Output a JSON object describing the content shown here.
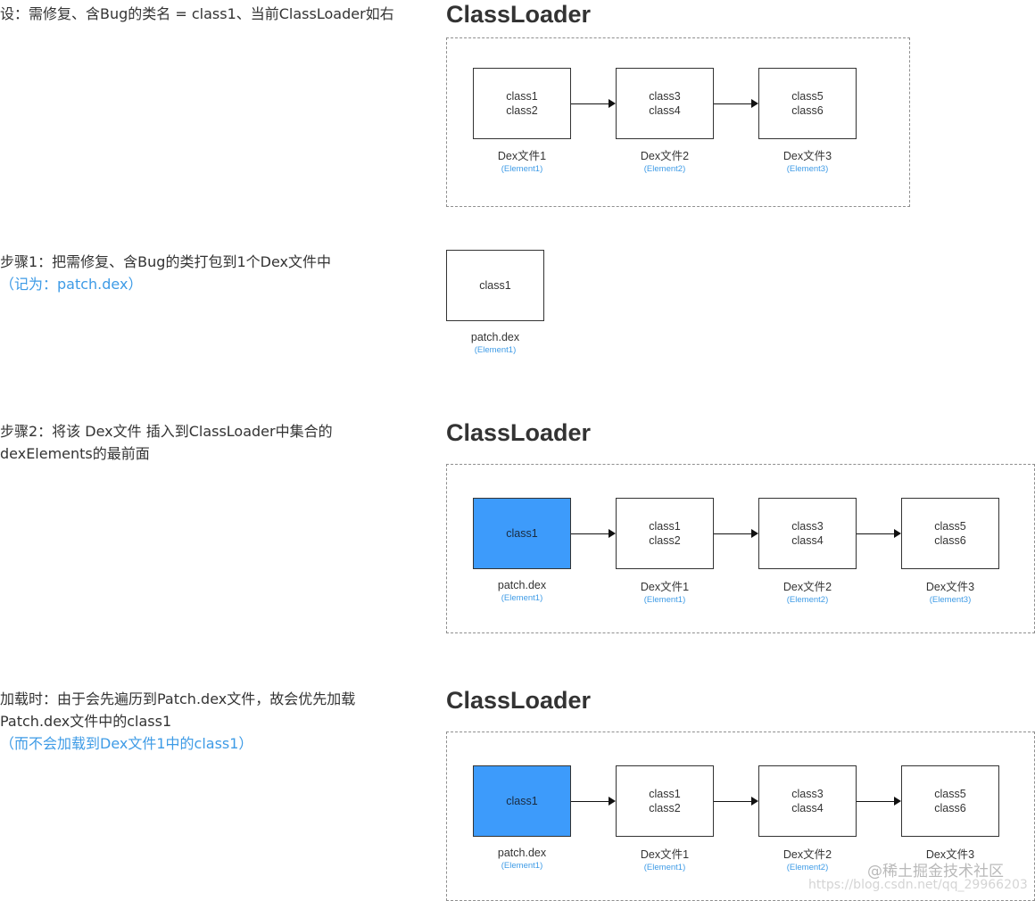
{
  "sections": [
    {
      "desc": [
        "设：需修复、含Bug的类名 = class1、当前ClassLoader如右"
      ],
      "desc_note": "",
      "title": "ClassLoader",
      "nodes": [
        {
          "lines": [
            "class1",
            "class2"
          ],
          "label": "Dex文件1",
          "sub": "(Element1)",
          "highlight": false
        },
        {
          "lines": [
            "class3",
            "class4"
          ],
          "label": "Dex文件2",
          "sub": "(Element2)",
          "highlight": false
        },
        {
          "lines": [
            "class5",
            "class6"
          ],
          "label": "Dex文件3",
          "sub": "(Element3)",
          "highlight": false
        }
      ]
    },
    {
      "desc": [
        "步骤1：把需修复、含Bug的类打包到1个Dex文件中"
      ],
      "desc_note": "（记为：patch.dex）",
      "title": "",
      "nodes": [
        {
          "lines": [
            "class1"
          ],
          "label": "patch.dex",
          "sub": "(Element1)",
          "highlight": false
        }
      ]
    },
    {
      "desc": [
        "步骤2：将该 Dex文件 插入到ClassLoader中集合的",
        "dexElements的最前面"
      ],
      "desc_note": "",
      "title": "ClassLoader",
      "nodes": [
        {
          "lines": [
            "class1"
          ],
          "label": "patch.dex",
          "sub": "(Element1)",
          "highlight": true
        },
        {
          "lines": [
            "class1",
            "class2"
          ],
          "label": "Dex文件1",
          "sub": "(Element1)",
          "highlight": false
        },
        {
          "lines": [
            "class3",
            "class4"
          ],
          "label": "Dex文件2",
          "sub": "(Element2)",
          "highlight": false
        },
        {
          "lines": [
            "class5",
            "class6"
          ],
          "label": "Dex文件3",
          "sub": "(Element3)",
          "highlight": false
        }
      ]
    },
    {
      "desc": [
        "加载时：由于会先遍历到Patch.dex文件，故会优先加载",
        "Patch.dex文件中的class1"
      ],
      "desc_note": "（而不会加载到Dex文件1中的class1）",
      "title": "ClassLoader",
      "nodes": [
        {
          "lines": [
            "class1"
          ],
          "label": "patch.dex",
          "sub": "(Element1)",
          "highlight": true
        },
        {
          "lines": [
            "class1",
            "class2"
          ],
          "label": "Dex文件1",
          "sub": "(Element1)",
          "highlight": false
        },
        {
          "lines": [
            "class3",
            "class4"
          ],
          "label": "Dex文件2",
          "sub": "(Element2)",
          "highlight": false
        },
        {
          "lines": [
            "class5",
            "class6"
          ],
          "label": "Dex文件3",
          "sub": "",
          "highlight": false
        }
      ]
    }
  ],
  "watermark": {
    "line1": "@稀土掘金技术社区",
    "line2": "https://blog.csdn.net/qq_29966203"
  },
  "colors": {
    "highlight": "#3d9bfb",
    "note_text": "#3e9be6",
    "border": "#333333",
    "dashed_border": "#8f8f8f"
  }
}
